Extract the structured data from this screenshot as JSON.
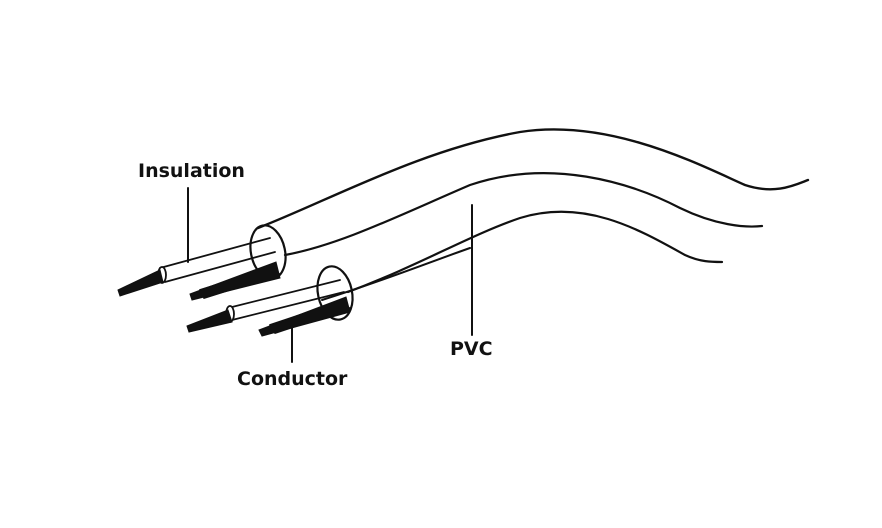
{
  "labels": {
    "insulation": "Insulation",
    "pvc": "PVC",
    "conductor": "Conductor"
  },
  "colors": {
    "line": "#111111",
    "background": "#ffffff"
  }
}
